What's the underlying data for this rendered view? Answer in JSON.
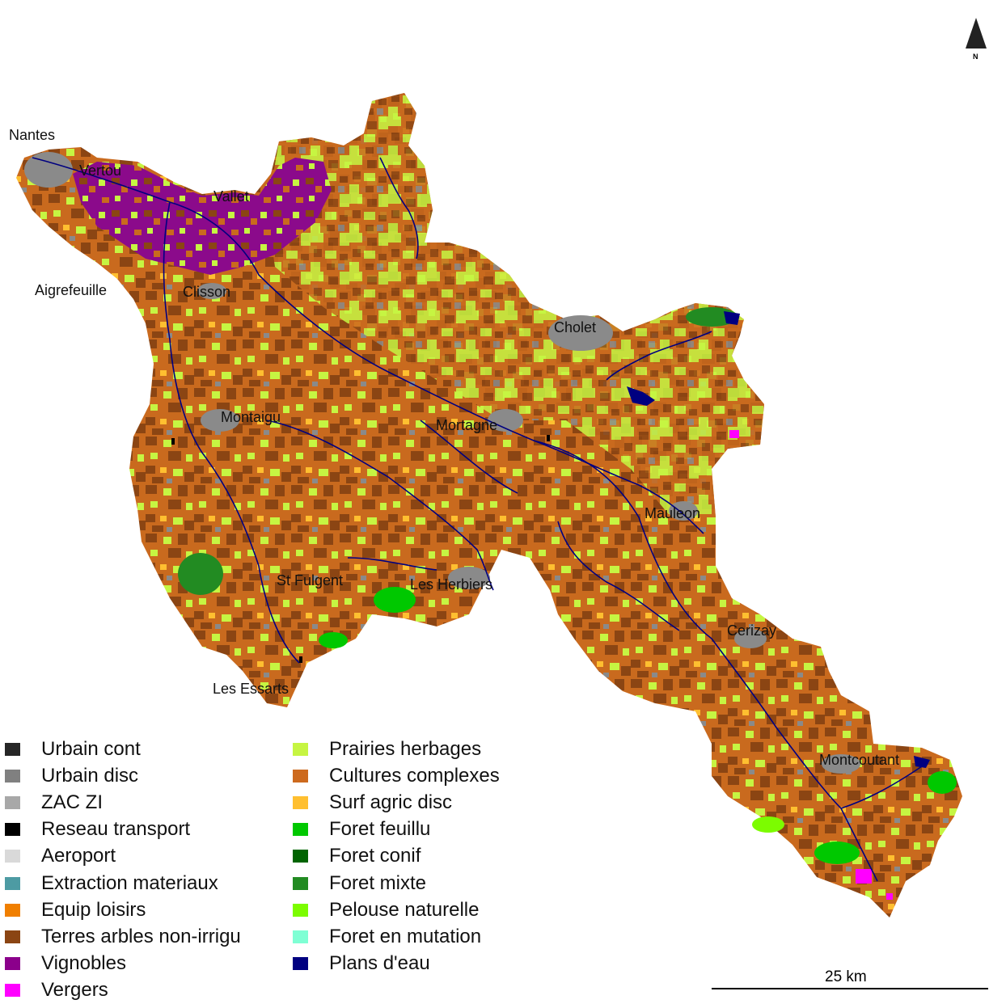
{
  "map": {
    "north_label": "N",
    "scale_label": "25 km",
    "colors": {
      "cultures": "#c96a1e",
      "terres": "#8b4513",
      "prairies": "#c6f542",
      "urbain_disc": "#8a8a8a",
      "vignobles": "#8b0a8b",
      "foret_feuillu": "#00c800",
      "foret_mixte": "#228b22",
      "plans_eau": "#000080",
      "vergers": "#ff00ff",
      "surf_agric": "#ffbf30"
    }
  },
  "towns": [
    {
      "name": "Nantes"
    },
    {
      "name": "Vertou"
    },
    {
      "name": "Vallet"
    },
    {
      "name": "Aigrefeuille"
    },
    {
      "name": "Clisson"
    },
    {
      "name": "Cholet"
    },
    {
      "name": "Montaigu"
    },
    {
      "name": "Mortagne"
    },
    {
      "name": "Mauleon"
    },
    {
      "name": "St Fulgent"
    },
    {
      "name": "Les Herbiers"
    },
    {
      "name": "Cerizay"
    },
    {
      "name": "Les Essarts"
    },
    {
      "name": "Montcoutant"
    }
  ],
  "legend": {
    "items": [
      {
        "label": "Urbain cont",
        "color": "#262626"
      },
      {
        "label": "Urbain disc",
        "color": "#808080"
      },
      {
        "label": "ZAC ZI",
        "color": "#a8a8a8"
      },
      {
        "label": "Reseau transport",
        "color": "#000000"
      },
      {
        "label": "Aeroport",
        "color": "#d9d9d9"
      },
      {
        "label": "Extraction materiaux",
        "color": "#4d9ba3"
      },
      {
        "label": "Equip loisirs",
        "color": "#f07f00"
      },
      {
        "label": "Terres arbles non-irrigu",
        "color": "#8b4513"
      },
      {
        "label": "Vignobles",
        "color": "#8b008b"
      },
      {
        "label": "Vergers",
        "color": "#ff00ff"
      },
      {
        "label": "Prairies herbages",
        "color": "#c6f542"
      },
      {
        "label": "Cultures complexes",
        "color": "#cd6a1e"
      },
      {
        "label": "Surf agric disc",
        "color": "#ffbf30"
      },
      {
        "label": "Foret feuillu",
        "color": "#00c800"
      },
      {
        "label": "Foret conif",
        "color": "#006400"
      },
      {
        "label": "Foret mixte",
        "color": "#228b22"
      },
      {
        "label": "Pelouse naturelle",
        "color": "#7cfc00"
      },
      {
        "label": "Foret en mutation",
        "color": "#7fffd4"
      },
      {
        "label": "Plans d'eau",
        "color": "#000080"
      }
    ]
  }
}
